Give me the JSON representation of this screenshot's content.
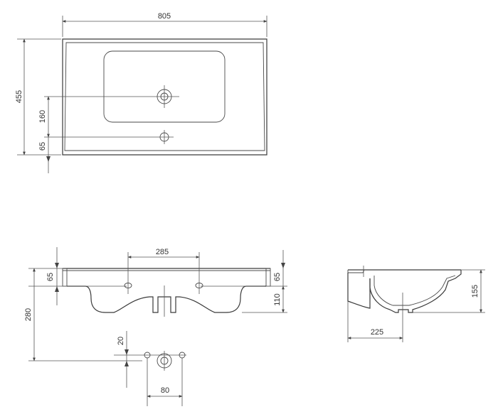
{
  "drawing": {
    "top_view": {
      "width_label": "805",
      "depth_label": "455",
      "tap_offset_label": "160",
      "overflow_offset_label": "65"
    },
    "front_view": {
      "tap_spacing_label": "285",
      "rim_height_left_label": "65",
      "rim_height_right_label": "65",
      "bowl_depth_label": "110",
      "total_height_label": "280",
      "drain_offset_label": "20",
      "drain_spacing_label": "80"
    },
    "side_view": {
      "height_label": "155",
      "drain_depth_label": "225"
    }
  }
}
